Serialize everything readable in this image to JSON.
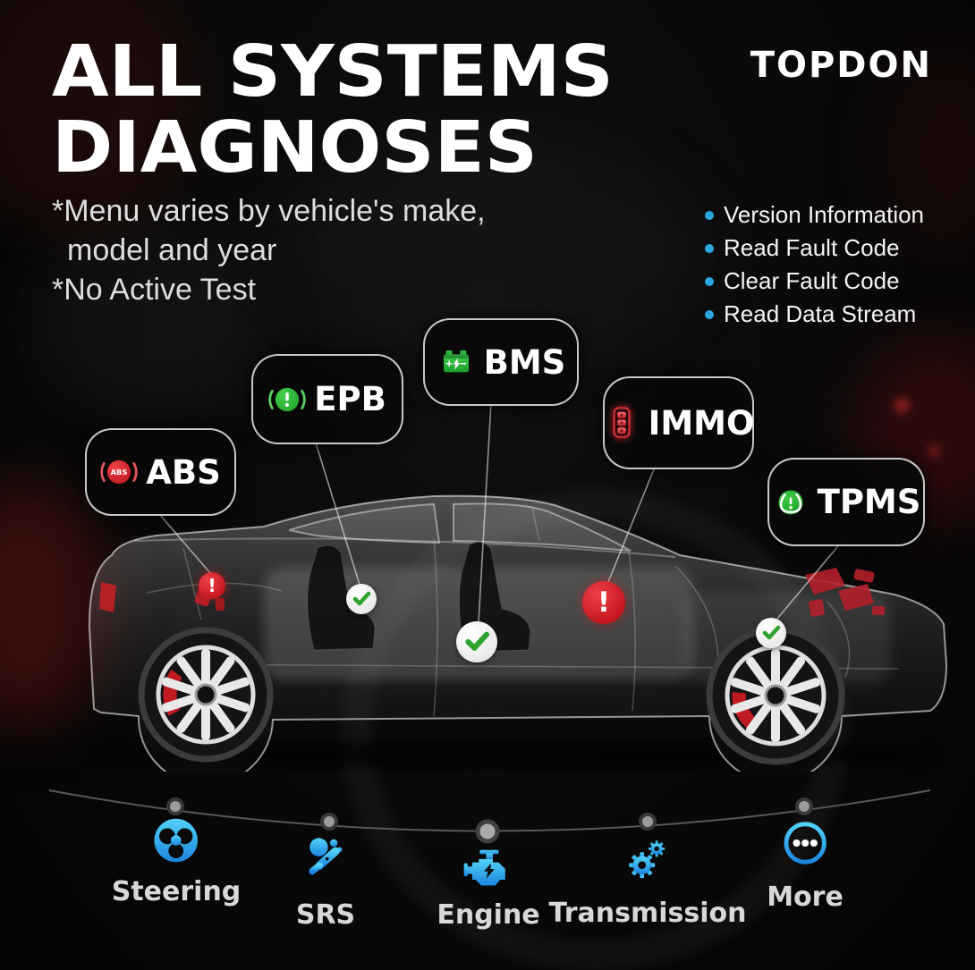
{
  "brand": {
    "logo_text": "TOPDON"
  },
  "header": {
    "title_line1": "ALL SYSTEMS",
    "title_line2": "DIAGNOSES"
  },
  "notes": {
    "line1": "*Menu varies by vehicle's make,",
    "line2": "model and year",
    "line3": "*No Active Test"
  },
  "features": {
    "bullet_color": "#2BA6DF",
    "items": [
      "Version Information",
      "Read Fault Code",
      "Clear Fault Code",
      "Read Data Stream"
    ]
  },
  "callouts": {
    "abs": {
      "label": "ABS",
      "icon": "abs-indicator-icon",
      "icon_color": "#D2232B"
    },
    "epb": {
      "label": "EPB",
      "icon": "epb-indicator-icon",
      "icon_color": "#2BBB35"
    },
    "bms": {
      "label": "BMS",
      "icon": "battery-icon",
      "icon_color": "#2BBB35"
    },
    "immo": {
      "label": "IMMO",
      "icon": "key-fob-icon",
      "icon_color": "#D2232B"
    },
    "tpms": {
      "label": "TPMS",
      "icon": "tpms-indicator-icon",
      "icon_color": "#2BBB35"
    }
  },
  "markers": {
    "fault_glyph": "!",
    "fault_color": "#D61F26",
    "ok_color": "#2EA32F",
    "items": [
      {
        "kind": "fault",
        "linked_callout": "abs"
      },
      {
        "kind": "ok",
        "linked_callout": "epb"
      },
      {
        "kind": "ok",
        "linked_callout": "bms"
      },
      {
        "kind": "fault",
        "linked_callout": "immo"
      },
      {
        "kind": "ok",
        "linked_callout": "tpms"
      }
    ]
  },
  "bottom_menu": {
    "accent_color": "#2AA7E8",
    "items": [
      {
        "label": "Steering",
        "icon": "steering-wheel-icon"
      },
      {
        "label": "SRS",
        "icon": "airbag-icon"
      },
      {
        "label": "Engine",
        "icon": "engine-icon"
      },
      {
        "label": "Transmission",
        "icon": "gears-icon"
      },
      {
        "label": "More",
        "icon": "more-dots-icon"
      }
    ]
  }
}
